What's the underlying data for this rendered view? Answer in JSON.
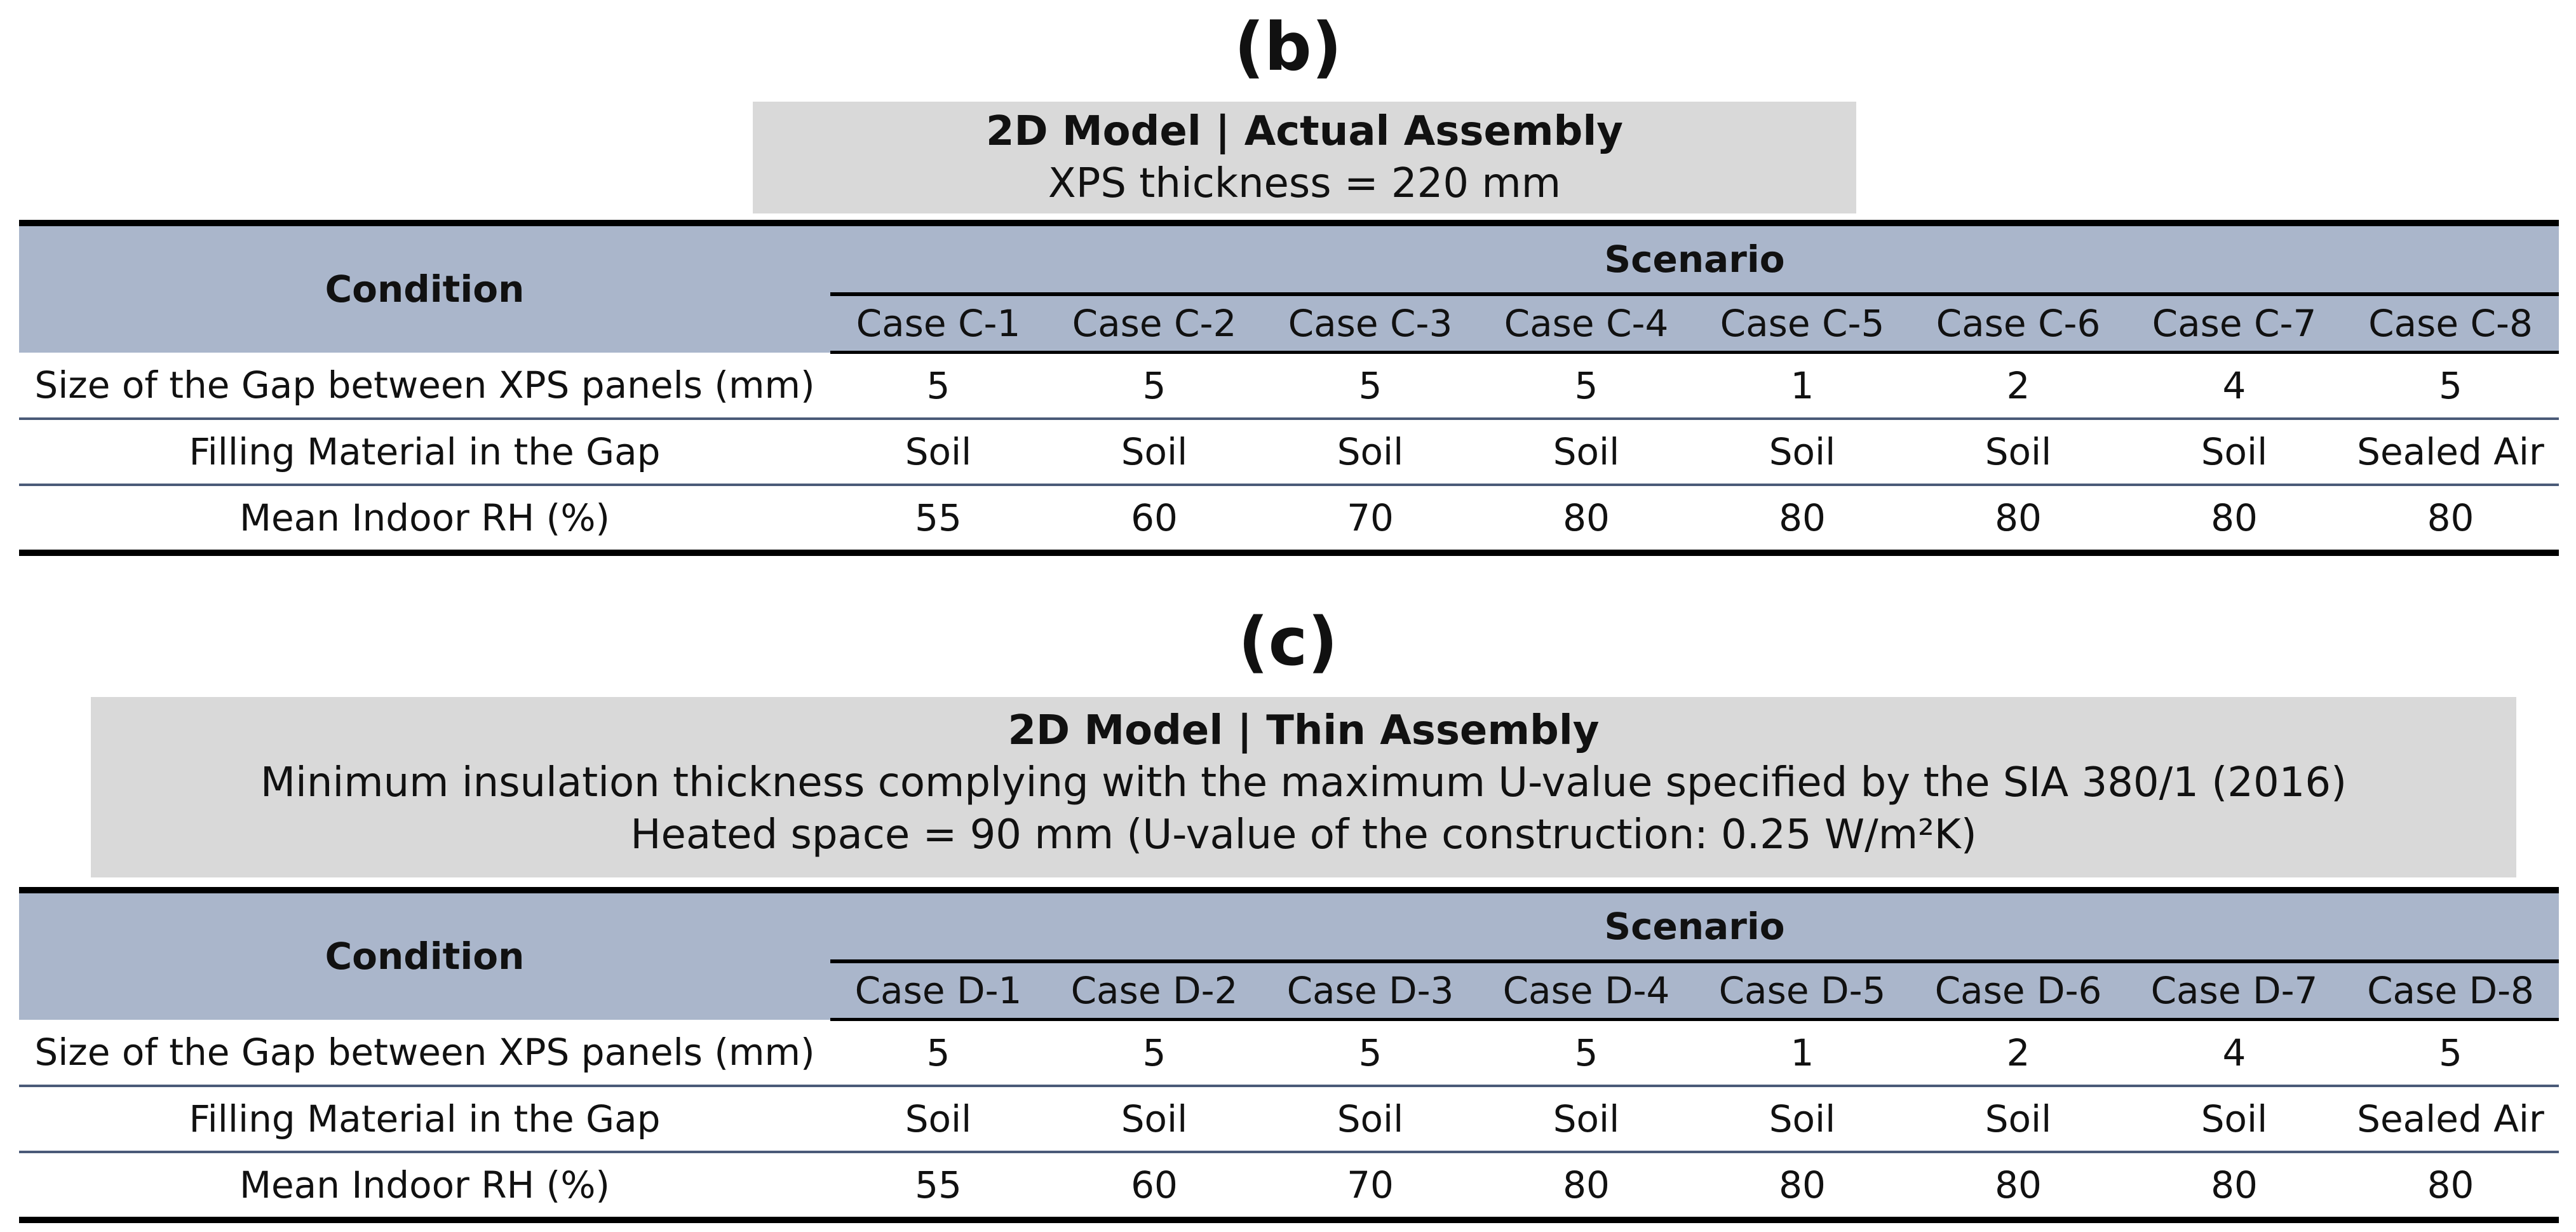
{
  "sections": [
    {
      "label": "(b)",
      "banner_title": "2D Model | Actual Assembly",
      "banner_lines": [
        "XPS thickness = 220 mm"
      ],
      "table": {
        "condition_header": "Condition",
        "scenario_header": "Scenario",
        "cases": [
          "Case C-1",
          "Case C-2",
          "Case C-3",
          "Case C-4",
          "Case C-5",
          "Case C-6",
          "Case C-7",
          "Case C-8"
        ],
        "rows": [
          {
            "label": "Size of the Gap between XPS panels (mm)",
            "values": [
              "5",
              "5",
              "5",
              "5",
              "1",
              "2",
              "4",
              "5"
            ]
          },
          {
            "label": "Filling Material in the Gap",
            "values": [
              "Soil",
              "Soil",
              "Soil",
              "Soil",
              "Soil",
              "Soil",
              "Soil",
              "Sealed Air"
            ]
          },
          {
            "label": "Mean Indoor RH (%)",
            "values": [
              "55",
              "60",
              "70",
              "80",
              "80",
              "80",
              "80",
              "80"
            ]
          }
        ]
      }
    },
    {
      "label": "(c)",
      "banner_title": "2D Model | Thin Assembly",
      "banner_lines": [
        "Minimum insulation thickness complying with the maximum U-value specified by the SIA 380/1 (2016)",
        "Heated space = 90 mm (U-value of the construction: 0.25 W/m²K)"
      ],
      "table": {
        "condition_header": "Condition",
        "scenario_header": "Scenario",
        "cases": [
          "Case D-1",
          "Case D-2",
          "Case D-3",
          "Case D-4",
          "Case D-5",
          "Case D-6",
          "Case D-7",
          "Case D-8"
        ],
        "rows": [
          {
            "label": "Size of the Gap between XPS panels (mm)",
            "values": [
              "5",
              "5",
              "5",
              "5",
              "1",
              "2",
              "4",
              "5"
            ]
          },
          {
            "label": "Filling Material in the Gap",
            "values": [
              "Soil",
              "Soil",
              "Soil",
              "Soil",
              "Soil",
              "Soil",
              "Soil",
              "Sealed Air"
            ]
          },
          {
            "label": "Mean Indoor RH (%)",
            "values": [
              "55",
              "60",
              "70",
              "80",
              "80",
              "80",
              "80",
              "80"
            ]
          }
        ]
      }
    }
  ]
}
